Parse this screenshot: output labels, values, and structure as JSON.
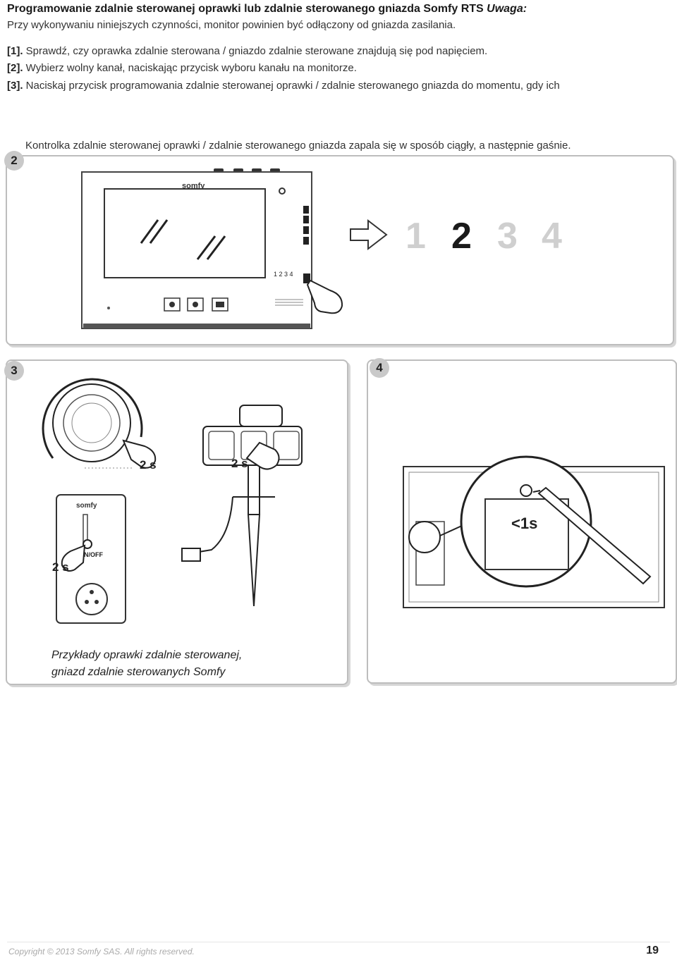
{
  "header": {
    "title": "Programowanie zdalnie sterowanej oprawki lub zdalnie sterowanego gniazda Somfy RTS",
    "title_note": "Uwaga:",
    "subtitle": "Przy wykonywaniu niniejszych czynności, monitor powinien być odłączony od gniazda zasilania."
  },
  "steps": [
    {
      "num": "[1].",
      "text": " Sprawdź, czy oprawka zdalnie sterowana / gniazdo zdalnie sterowane znajdują się pod napięciem."
    },
    {
      "num": "[2].",
      "text": " Wybierz wolny kanał, naciskając przycisk wyboru kanału na monitorze."
    },
    {
      "num": "[3].",
      "text": " Naciskaj przycisk programowania zdalnie sterowanej oprawki / zdalnie sterowanego gniazda do momentu, gdy ich"
    }
  ],
  "step_continuation": "Kontrolka zdalnie sterowanej oprawki / zdalnie sterowanego gniazda zapala się w sposób ciągły, a następnie gaśnie.",
  "panel2": {
    "badge": "2",
    "brand": "somfy",
    "small_channels": "1  2  3  4",
    "channels": [
      "1",
      "2",
      "3",
      "4"
    ],
    "selected_channel": "2"
  },
  "panel3": {
    "badge": "3",
    "press_label_a": "2 s",
    "press_label_b": "2 s",
    "press_label_c": "2 s",
    "brand": "somfy",
    "on_off": "ON/OFF",
    "caption_line1": "Przykłady oprawki zdalnie sterowanej,",
    "caption_line2": "gniazd zdalnie sterowanych Somfy"
  },
  "panel4": {
    "badge": "4",
    "press_label": "<1s"
  },
  "footer": {
    "copyright": "Copyright © 2013 Somfy SAS. All rights reserved.",
    "page": "19"
  }
}
